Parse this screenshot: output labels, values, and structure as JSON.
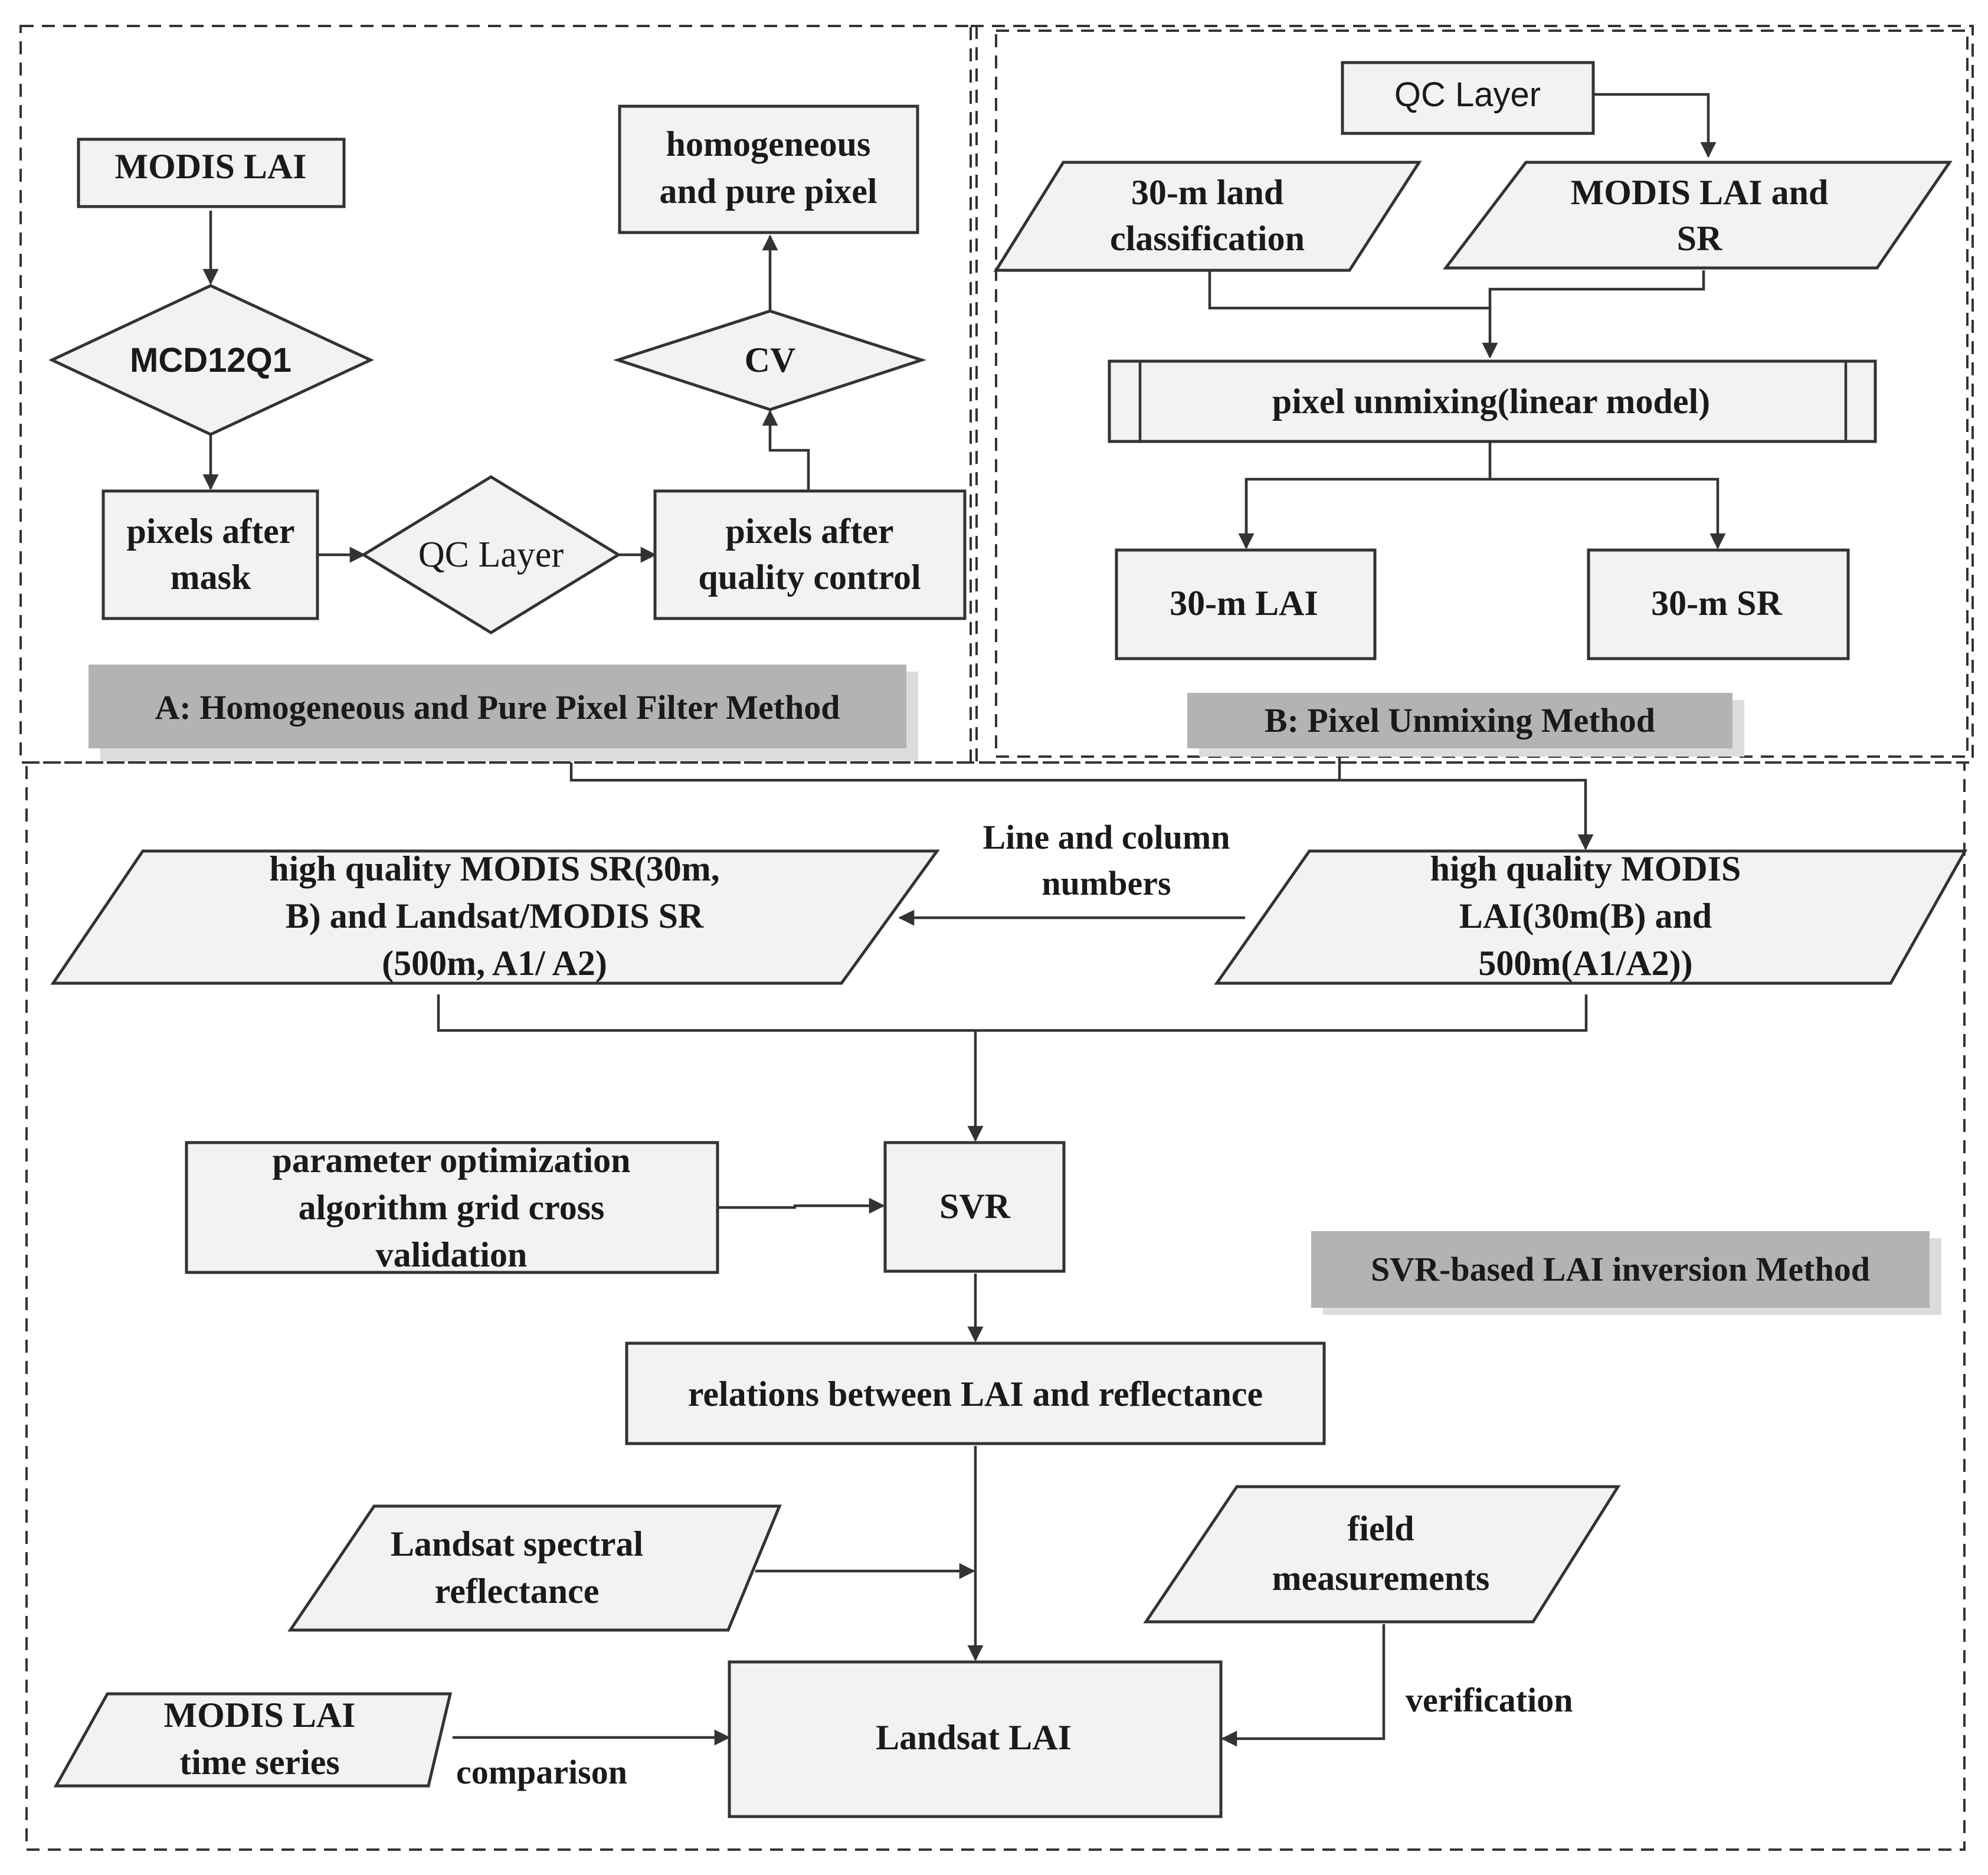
{
  "sections": {
    "a_label": "A: Homogeneous and Pure Pixel Filter Method",
    "b_label": "B: Pixel Unmixing Method",
    "c_label": "SVR-based LAI inversion Method"
  },
  "nodes": {
    "a_modis_lai": [
      "MODIS LAI"
    ],
    "a_mcd12q1": [
      "MCD12Q1"
    ],
    "a_pixels_after_mask": [
      "pixels after",
      "mask"
    ],
    "a_qc_layer": [
      "QC Layer"
    ],
    "a_pixels_after_qc": [
      "pixels after",
      "quality control"
    ],
    "a_cv": [
      "CV"
    ],
    "a_homogeneous": [
      "homogeneous",
      "and pure pixel"
    ],
    "b_qc_layer": [
      "QC Layer"
    ],
    "b_land_class": [
      "30-m land",
      "classification"
    ],
    "b_modis_lai_sr": [
      "MODIS LAI and",
      "SR"
    ],
    "b_unmixing": [
      "pixel unmixing(linear model)"
    ],
    "b_lai30": [
      "30-m LAI"
    ],
    "b_sr30": [
      "30-m SR"
    ],
    "c_hq_sr": [
      "high quality  MODIS SR(30m,",
      "B) and Landsat/MODIS SR",
      "(500m, A1/ A2)"
    ],
    "c_hq_lai": [
      "high quality MODIS",
      "LAI(30m(B) and",
      "500m(A1/A2))"
    ],
    "c_param": [
      "parameter optimization",
      "algorithm  grid cross",
      "validation"
    ],
    "c_svr": [
      "SVR"
    ],
    "c_relations": [
      "relations between LAI and reflectance"
    ],
    "c_landsat_refl": [
      "Landsat spectral",
      "reflectance"
    ],
    "c_field": [
      "field",
      "measurements"
    ],
    "c_modis_ts": [
      "MODIS LAI",
      "time series"
    ],
    "c_landsat_lai": [
      "Landsat LAI"
    ]
  },
  "edge_labels": {
    "line_col": [
      "Line and column",
      "numbers"
    ],
    "verification": [
      "verification"
    ],
    "comparison": [
      "comparison"
    ]
  }
}
